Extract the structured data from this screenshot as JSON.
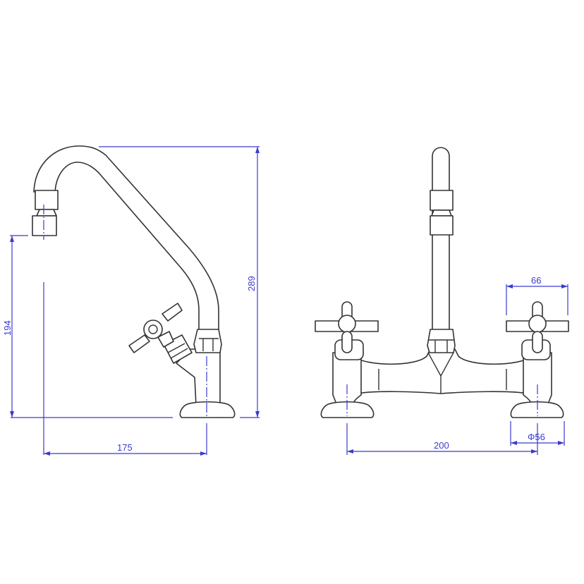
{
  "drawing": {
    "side_view": {
      "dim_total_height": "289",
      "dim_outlet_height": "194",
      "dim_reach": "175"
    },
    "front_view": {
      "dim_handle_width": "66",
      "dim_centers": "200",
      "dim_base_diameter": "Φ56"
    },
    "colors": {
      "outline": "#333333",
      "dimension": "#3b3bd0"
    }
  }
}
